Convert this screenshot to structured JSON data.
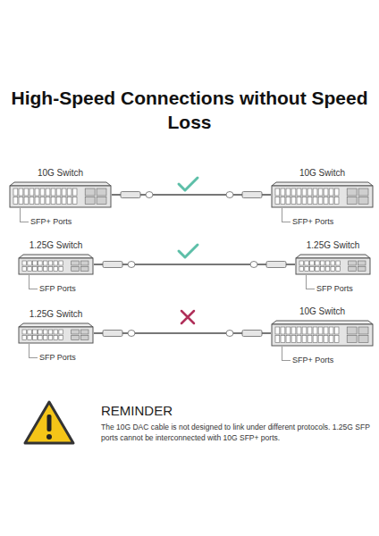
{
  "diagram": {
    "title": "High-Speed Connections without Speed Loss",
    "nodes": [
      {
        "text": [
          "10G Switch",
          "SFP+ Ports"
        ]
      },
      {
        "text": [
          "10G Switch",
          "SFP+ Ports"
        ]
      },
      {
        "text": [
          "1.25G Switch",
          "SFP Ports"
        ]
      },
      {
        "text": [
          "1.25G Switch",
          "SFP Ports"
        ]
      },
      {
        "text": [
          "1.25G Switch",
          "SFP Ports"
        ]
      },
      {
        "text": [
          "10G Switch",
          "SFP+ Ports"
        ]
      }
    ],
    "edges": [
      {
        "from": 0,
        "to": 1,
        "arrow": "none"
      },
      {
        "from": 2,
        "to": 3,
        "arrow": "none"
      },
      {
        "from": 4,
        "to": 5,
        "arrow": "none"
      }
    ],
    "labels": [
      "REMINDER",
      "The 10G DAC cable is not designed to link under different protocols. 1.25G SFP ports cannot be interconnected with 10G SFP+ ports."
    ]
  }
}
